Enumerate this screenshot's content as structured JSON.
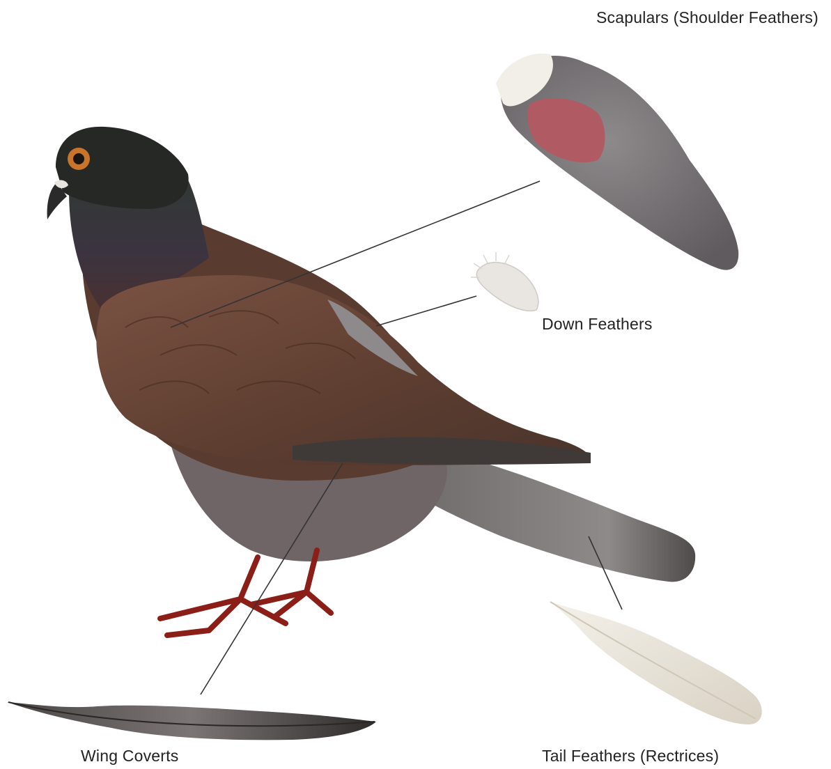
{
  "diagram": {
    "labels": {
      "scapulars": "Scapulars (Shoulder Feathers)",
      "down": "Down Feathers",
      "wing_coverts": "Wing Coverts",
      "tail": "Tail Feathers (Rectrices)"
    },
    "colors": {
      "background": "#ffffff",
      "plumage_brown": "#5b3a2c",
      "head_dark": "#2b2d2a",
      "neck_iridescent": "#3a4a3a",
      "grey_feather": "#8a8685",
      "legs_red": "#8b1e16",
      "eye_orange": "#c8742a",
      "leader_line": "#333333",
      "white_feather": "#eeeae2",
      "skin_pink": "#b05a64"
    }
  }
}
